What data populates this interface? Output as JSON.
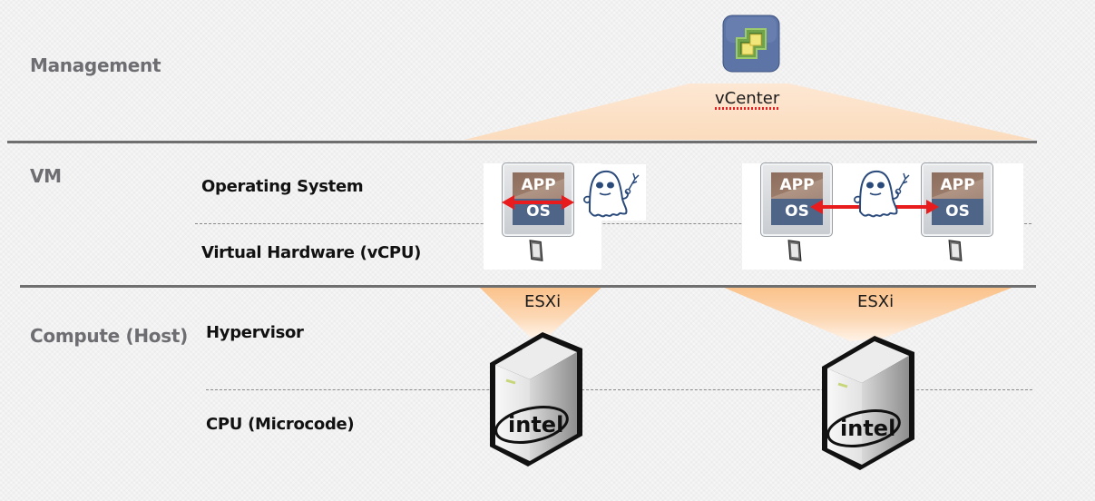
{
  "layers": {
    "management": "Management",
    "vm": "VM",
    "compute": "Compute (Host)"
  },
  "sublayers": {
    "operating_system": "Operating System",
    "virtual_hardware": "Virtual Hardware (vCPU)",
    "hypervisor": "Hypervisor",
    "cpu": "CPU (Microcode)"
  },
  "management": {
    "icon": "vcenter-logo-icon",
    "label": "vCenter"
  },
  "vms": [
    {
      "app": "APP",
      "os": "OS"
    },
    {
      "app": "APP",
      "os": "OS"
    },
    {
      "app": "APP",
      "os": "OS"
    }
  ],
  "hosts": [
    {
      "label": "ESXi",
      "cpu_brand": "intel"
    },
    {
      "label": "ESXi",
      "cpu_brand": "intel"
    }
  ],
  "icons": {
    "ghost": "spectre-ghost-icon",
    "arrow": "double-arrow-icon",
    "server": "server-tower-icon",
    "vcpu": "vcpu-chip-icon"
  },
  "colors": {
    "layer_label": "#6d6d72",
    "divider": "#6f6f6f",
    "fan_peach": "#fbc894",
    "arrow_red": "#e81c1c",
    "app_brown": "#9a7b6a",
    "os_blue": "#4f6587",
    "ghost_blue": "#2a4a7b"
  }
}
